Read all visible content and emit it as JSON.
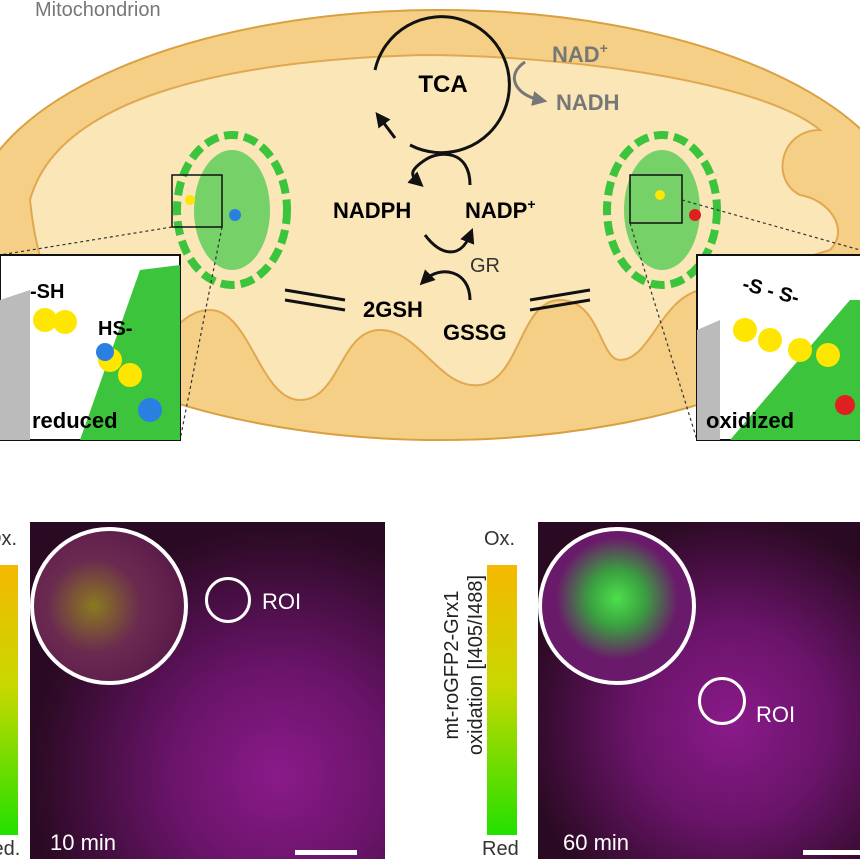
{
  "diagram": {
    "compartment_label": "Mitochondrion",
    "tca": "TCA",
    "nad_plus": "NAD",
    "nadh": "NADH",
    "nadph": "NADPH",
    "nadp_plus": "NADP",
    "plus": "+",
    "gr": "GR",
    "gsh": "2GSH",
    "gssg": "GSSG",
    "reduced_inset": {
      "sh1": "-SH",
      "sh2": "HS-",
      "state": "reduced"
    },
    "oxidized_inset": {
      "bond": "-S - S-",
      "state": "oxidized"
    }
  },
  "panels": [
    {
      "time": "10 min",
      "roi": "ROI",
      "colorbar_top": "Ox.",
      "colorbar_bottom": "Red."
    },
    {
      "time": "60 min",
      "roi": "ROI",
      "colorbar_top": "Ox.",
      "colorbar_bottom": "Red",
      "colorbar_title": "mt-roGFP2-Grx1",
      "colorbar_subtitle": "oxidation [I405/I488]"
    }
  ],
  "colors": {
    "membrane": "#e9b45a",
    "matrix": "#fbe6b8",
    "protein": "#3cc43c",
    "oxidized": "#f5b800",
    "reduced": "#22e000"
  }
}
